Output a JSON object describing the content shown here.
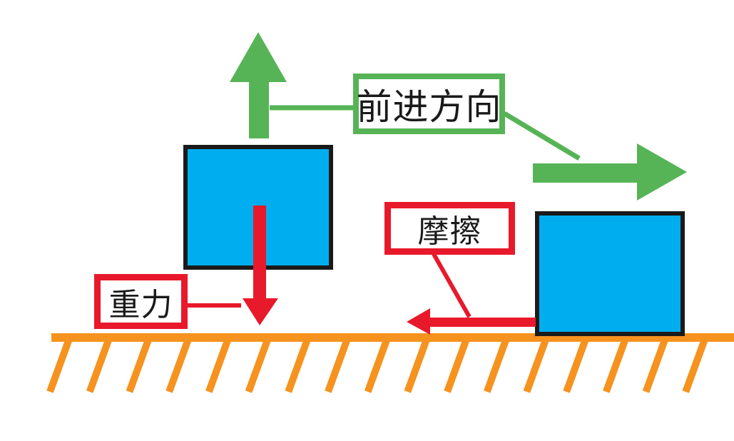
{
  "diagram": {
    "description": "Physics diagram of two blue blocks: one lifted with motion upward and gravity pulling down, one sliding right along a hatched ground with friction acting leftward",
    "labels": {
      "forward_direction": "前进方向",
      "gravity": "重力",
      "friction": "摩擦"
    },
    "arrows": [
      {
        "name": "up-motion-arrow",
        "direction": "up",
        "label": "前进方向",
        "color": "#56B456"
      },
      {
        "name": "right-motion-arrow",
        "direction": "right",
        "label": "前进方向",
        "color": "#56B456"
      },
      {
        "name": "gravity-arrow",
        "direction": "down",
        "label": "重力",
        "color": "#E8192B"
      },
      {
        "name": "friction-arrow",
        "direction": "left",
        "label": "摩擦",
        "color": "#E8192B"
      }
    ]
  },
  "colors": {
    "green": "#56B456",
    "blue": "#00AEEF",
    "red": "#E8192B",
    "orange": "#F6921E",
    "black": "#1A1A1A",
    "white": "#FFFFFF"
  }
}
